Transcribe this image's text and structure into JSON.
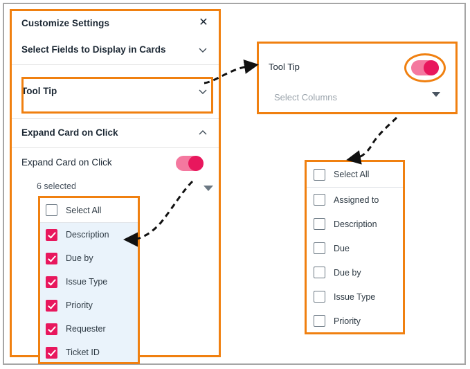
{
  "panel": {
    "title": "Customize Settings",
    "close_icon": "close-icon",
    "accordions": [
      {
        "label": "Select Fields to Display in Cards",
        "chevron": "chevron-down-icon",
        "expanded": false
      },
      {
        "label": "Tool Tip",
        "chevron": "chevron-down-icon",
        "expanded": false
      },
      {
        "label": "Expand Card on Click",
        "chevron": "chevron-up-icon",
        "expanded": true
      }
    ],
    "expand_toggle": {
      "label": "Expand Card on Click",
      "state": "on"
    },
    "selected_count_text": "6 selected",
    "dropdown_caret": "caret-down-icon",
    "options": [
      {
        "label": "Select All",
        "checked": false
      },
      {
        "label": "Description",
        "checked": true
      },
      {
        "label": "Due by",
        "checked": true
      },
      {
        "label": "Issue Type",
        "checked": true
      },
      {
        "label": "Priority",
        "checked": true
      },
      {
        "label": "Requester",
        "checked": true
      },
      {
        "label": "Ticket ID",
        "checked": true
      }
    ]
  },
  "tooltip_card": {
    "label": "Tool Tip",
    "toggle_state": "on",
    "select_placeholder": "Select Columns",
    "caret": "caret-down-icon"
  },
  "tooltip_options": [
    {
      "label": "Select All",
      "checked": false
    },
    {
      "label": "Assigned to",
      "checked": false
    },
    {
      "label": "Description",
      "checked": false
    },
    {
      "label": "Due",
      "checked": false
    },
    {
      "label": "Due by",
      "checked": false
    },
    {
      "label": "Issue Type",
      "checked": false
    },
    {
      "label": "Priority",
      "checked": false
    }
  ],
  "colors": {
    "highlight_orange": "#f08010",
    "toggle_track_pink": "#f4789f",
    "toggle_knob_pink": "#e8175d",
    "checkbox_checked": "#e8175d",
    "row_highlight_blue": "#eaf3fb",
    "frame_gray": "#a6a6a6",
    "text_dark": "#1b2733",
    "placeholder_gray": "#9aa3ab"
  }
}
